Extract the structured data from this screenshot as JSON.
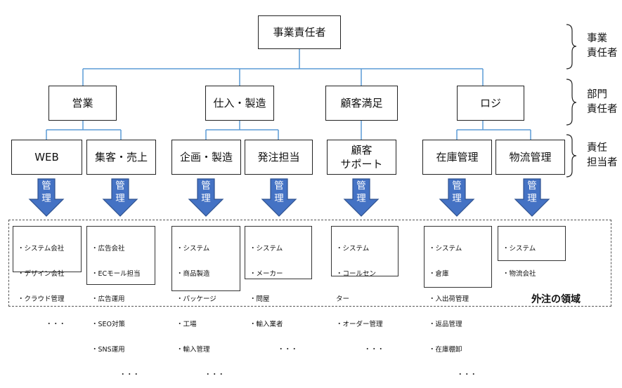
{
  "top": {
    "label": "事業責任者"
  },
  "departments": [
    {
      "label": "営業"
    },
    {
      "label": "仕入・製造"
    },
    {
      "label": "顧客満足"
    },
    {
      "label": "ロジ"
    }
  ],
  "units": [
    {
      "label": "WEB"
    },
    {
      "label": "集客・売上"
    },
    {
      "label": "企画・製造"
    },
    {
      "label": "発注担当"
    },
    {
      "label": "顧客\nサポート"
    },
    {
      "label": "在庫管理"
    },
    {
      "label": "物流管理"
    }
  ],
  "side_labels": [
    {
      "text": "事業\n責任者"
    },
    {
      "text": "部門\n責任者"
    },
    {
      "text": "責任\n担当者"
    }
  ],
  "arrow_label": {
    "line1": "管",
    "line2": "理"
  },
  "outsource": {
    "label": "外注の領域",
    "lists": [
      {
        "items": [
          "・システム会社",
          "・デザイン会社",
          "・クラウド管理"
        ],
        "ellipsis": "・・・"
      },
      {
        "items": [
          "・広告会社",
          "・ECモール担当",
          "・広告運用",
          "・SEO対策",
          "・SNS運用"
        ],
        "ellipsis": "・・・"
      },
      {
        "items": [
          "・システム",
          "・商品製造",
          "・パッケージ",
          "・工場",
          "・輸入管理"
        ],
        "ellipsis": "・・・"
      },
      {
        "items": [
          "・システム",
          "・メーカー",
          "・問屋",
          "・輸入業者"
        ],
        "ellipsis": "・・・"
      },
      {
        "items": [
          "・システム",
          "・コールセン",
          "ター",
          "・オーダー管理"
        ],
        "ellipsis": "・・・"
      },
      {
        "items": [
          "・システム",
          "・倉庫",
          "・入出荷管理",
          "・返品管理",
          "・在庫棚卸"
        ],
        "ellipsis": "・・・"
      },
      {
        "items": [
          "・システム",
          "・物流会社"
        ],
        "ellipsis": "・・・"
      }
    ]
  },
  "colors": {
    "arrow_fill": "#4472c4",
    "arrow_stroke": "#2f528f",
    "connector": "#5b9bd5"
  }
}
